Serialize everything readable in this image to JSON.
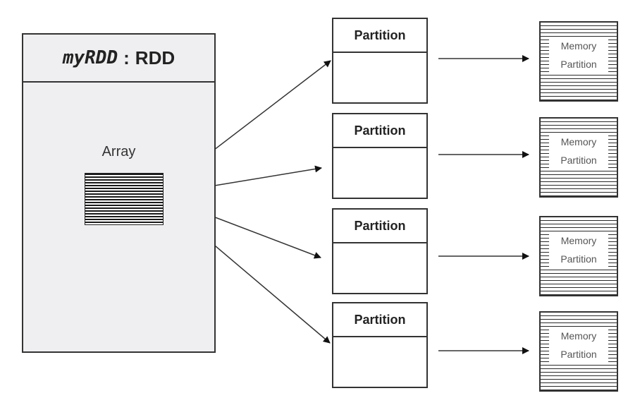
{
  "rdd": {
    "name": "myRDD",
    "separator": ":",
    "type": "RDD",
    "array_label": "Array"
  },
  "partitions": [
    {
      "label": "Partition",
      "memory_line1": "Memory",
      "memory_line2": "Partition"
    },
    {
      "label": "Partition",
      "memory_line1": "Memory",
      "memory_line2": "Partition"
    },
    {
      "label": "Partition",
      "memory_line1": "Memory",
      "memory_line2": "Partition"
    },
    {
      "label": "Partition",
      "memory_line1": "Memory",
      "memory_line2": "Partition"
    }
  ],
  "colors": {
    "stroke": "#333333",
    "rdd_fill": "#efeff1",
    "text": "#222222",
    "memory_text": "#555555"
  }
}
